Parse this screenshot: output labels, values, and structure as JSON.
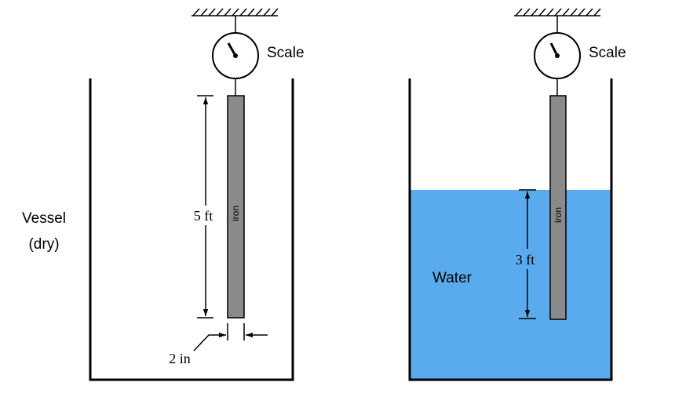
{
  "left_setup": {
    "scale_label": "Scale",
    "vessel_label_line1": "Vessel",
    "vessel_label_line2": "(dry)",
    "rod_label": "iron",
    "length_dim": "5 ft",
    "width_dim": "2 in"
  },
  "right_setup": {
    "scale_label": "Scale",
    "rod_label": "iron",
    "water_label": "Water",
    "depth_dim": "3 ft"
  },
  "colors": {
    "line": "#000000",
    "rod_fill": "#8a8a8a",
    "water_fill": "#5aabee",
    "background": "#ffffff"
  },
  "icons": [
    "ceiling-hatch-icon",
    "scale-dial-icon",
    "dimension-arrow-icon"
  ]
}
